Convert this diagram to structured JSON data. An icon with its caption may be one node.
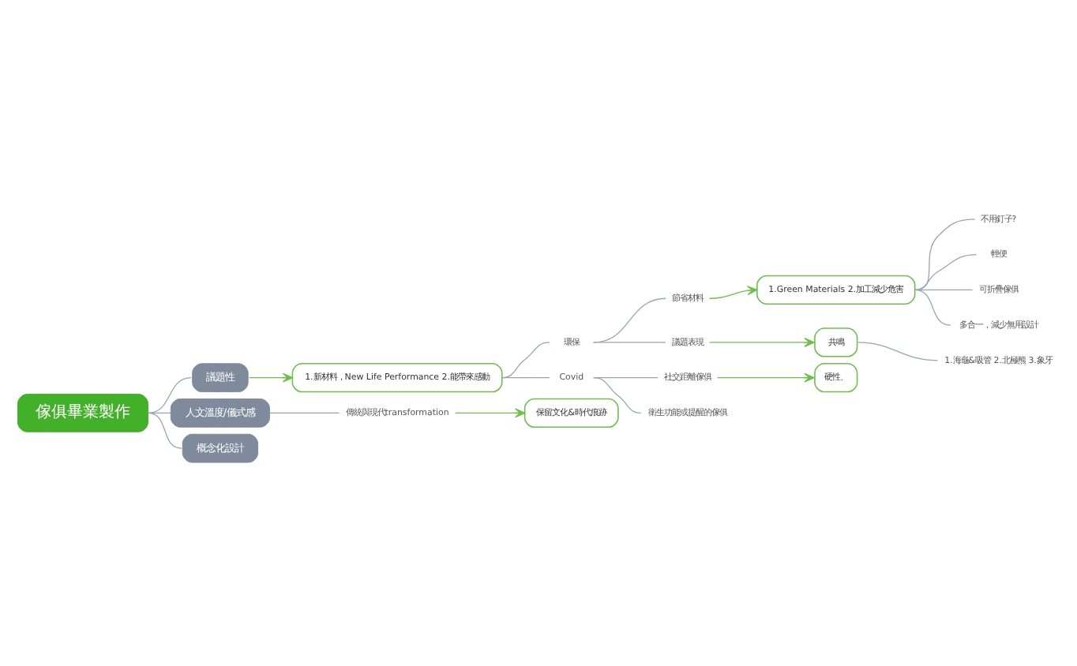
{
  "diagram": {
    "nodes": [
      {
        "text": [
          "傢俱畢業製作"
        ]
      },
      {
        "text": [
          "議題性"
        ]
      },
      {
        "text": [
          "人文溫度/儀式感"
        ]
      },
      {
        "text": [
          "概念化設計"
        ]
      },
      {
        "text": [
          "1.新材料，New Life Performance 2.能帶來感動"
        ]
      },
      {
        "text": [
          "環保"
        ]
      },
      {
        "text": [
          "Covid"
        ]
      },
      {
        "text": [
          "節省材料"
        ]
      },
      {
        "text": [
          "議題表現"
        ]
      },
      {
        "text": [
          "1.Green Materials 2.加工減少危害"
        ]
      },
      {
        "text": [
          "共鳴"
        ]
      },
      {
        "text": [
          "1.海龜&吸管 2.北極熊 3.象牙"
        ]
      },
      {
        "text": [
          "不用釘子?"
        ]
      },
      {
        "text": [
          "輕便"
        ]
      },
      {
        "text": [
          "可折疊傢俱"
        ]
      },
      {
        "text": [
          "多合一，減少無用設計"
        ]
      },
      {
        "text": [
          "社交距離傢俱"
        ]
      },
      {
        "text": [
          "衛生功能或提醒的傢俱"
        ]
      },
      {
        "text": [
          "硬性、"
        ]
      },
      {
        "text": [
          "傳統與現代transformation"
        ]
      },
      {
        "text": [
          "保留文化&時代痕跡"
        ]
      }
    ],
    "edges": [
      {
        "from": 0,
        "to": 1,
        "arrow": "none"
      },
      {
        "from": 0,
        "to": 2,
        "arrow": "none"
      },
      {
        "from": 0,
        "to": 3,
        "arrow": "none"
      },
      {
        "from": 1,
        "to": 4,
        "arrow": "to",
        "color": "#6cc04a"
      },
      {
        "from": 4,
        "to": 5,
        "arrow": "none"
      },
      {
        "from": 4,
        "to": 6,
        "arrow": "none"
      },
      {
        "from": 5,
        "to": 7,
        "arrow": "none"
      },
      {
        "from": 5,
        "to": 8,
        "arrow": "none"
      },
      {
        "from": 7,
        "to": 9,
        "arrow": "to",
        "color": "#6cc04a"
      },
      {
        "from": 8,
        "to": 10,
        "arrow": "to",
        "color": "#6cc04a"
      },
      {
        "from": 10,
        "to": 11,
        "arrow": "none"
      },
      {
        "from": 9,
        "to": 12,
        "arrow": "none"
      },
      {
        "from": 9,
        "to": 13,
        "arrow": "none"
      },
      {
        "from": 9,
        "to": 14,
        "arrow": "none"
      },
      {
        "from": 9,
        "to": 15,
        "arrow": "none"
      },
      {
        "from": 6,
        "to": 16,
        "arrow": "none"
      },
      {
        "from": 6,
        "to": 17,
        "arrow": "none"
      },
      {
        "from": 16,
        "to": 18,
        "arrow": "to",
        "color": "#6cc04a"
      },
      {
        "from": 2,
        "to": 19,
        "arrow": "none"
      },
      {
        "from": 19,
        "to": 20,
        "arrow": "to",
        "color": "#6cc04a"
      }
    ]
  }
}
